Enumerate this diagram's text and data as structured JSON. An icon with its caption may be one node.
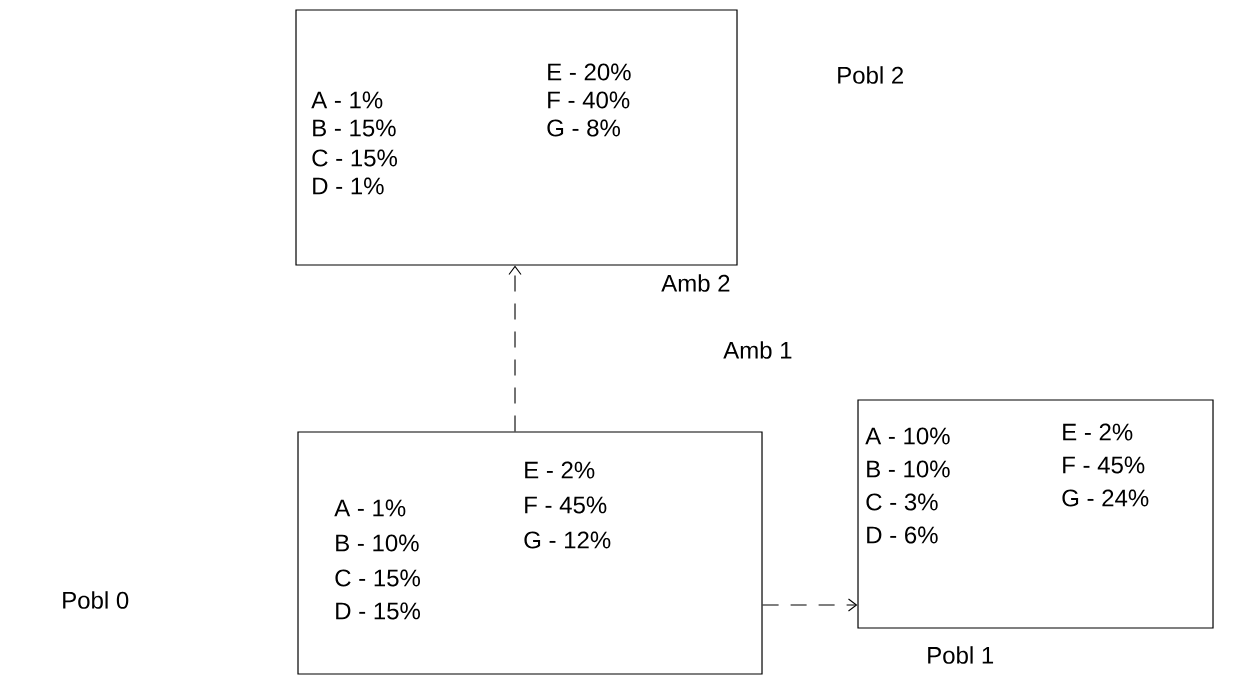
{
  "diagram": {
    "nodes": [
      {
        "text": [
          "A - 1%",
          "B - 15%",
          "C - 15%",
          "D - 1%",
          "E - 20%",
          "F - 40%",
          "G - 8%"
        ],
        "beside": [
          "Amb 2"
        ]
      },
      {
        "text": [
          "A - 1%",
          "B - 10%",
          "C - 15%",
          "D - 15%",
          "E - 2%",
          "F - 45%",
          "G - 12%"
        ]
      },
      {
        "text": [
          "A - 10%",
          "B - 10%",
          "C - 3%",
          "D - 6%",
          "E - 2%",
          "F - 45%",
          "G - 24%"
        ],
        "beside": [
          "Amb 1",
          "Pobl 1"
        ]
      }
    ],
    "edges": [
      {
        "from": 1,
        "to": 0,
        "arrow": "to",
        "style": "dashed"
      },
      {
        "from": 1,
        "to": 2,
        "arrow": "to",
        "style": "dashed"
      }
    ],
    "labels": [
      "Pobl 2",
      "Pobl 0"
    ]
  }
}
